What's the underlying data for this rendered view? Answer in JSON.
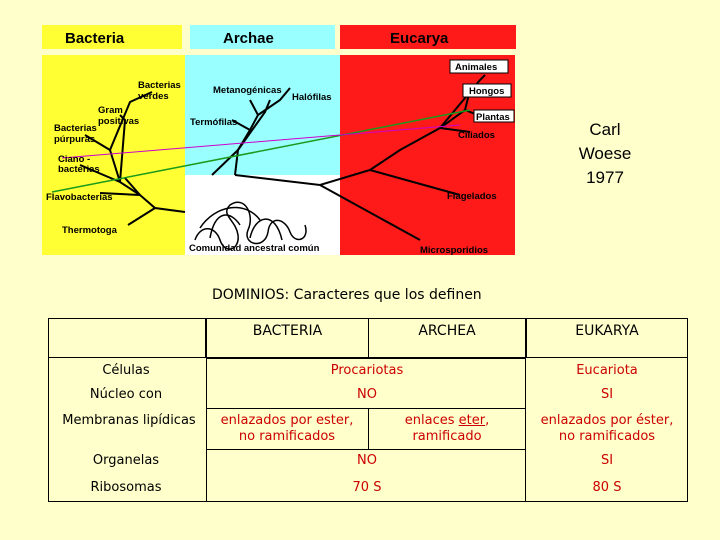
{
  "diagram": {
    "domains": [
      {
        "name": "Bacteria",
        "color": "#ffff33"
      },
      {
        "name": "Archae",
        "color": "#99ffff"
      },
      {
        "name": "Eucarya",
        "color": "#ff1a1a"
      }
    ],
    "labels": {
      "bacterias_verdes_1": "Bacterias",
      "bacterias_verdes_2": "verdes",
      "gram_1": "Gram",
      "gram_2": "positivas",
      "purpuras_1": "Bacterias",
      "purpuras_2": "púrpuras",
      "ciano_1": "Ciano -",
      "ciano_2": "bacterias",
      "flavobacterias": "Flavobacterias",
      "thermotoga": "Thermotoga",
      "metanogenicas": "Metanogénicas",
      "halofilas": "Halófilas",
      "termofilas": "Termófilas",
      "animales": "Animales",
      "hongos": "Hongos",
      "plantas": "Plantas",
      "ciliados": "Ciliados",
      "flagelados": "Flagelados",
      "microsporidios": "Microsporidios",
      "comunidad": "Comunidad ancestral común"
    },
    "author": [
      "Carl",
      "Woese",
      "1977"
    ]
  },
  "table": {
    "title": "DOMINIOS: Caracteres que los definen",
    "headers": [
      "BACTERIA",
      "ARCHEA",
      "EUKARYA"
    ],
    "rows": {
      "celulas": {
        "label": "Células",
        "shared": "Procariotas",
        "euk": "Eucariota"
      },
      "nucleo": {
        "label": "Núcleo con",
        "shared": "NO",
        "euk": "SI"
      },
      "membranas": {
        "label": "Membranas lipídicas",
        "bac_1": "enlazados por ester,",
        "bac_2": "no ramificados",
        "arc_1": "enlaces eter,",
        "arc_2": "ramificado",
        "euk_1": "enlazados por éster,",
        "euk_2": "no ramificados"
      },
      "organelas": {
        "label": "Organelas",
        "shared": "NO",
        "euk": "SI"
      },
      "ribosomas": {
        "label": "Ribosomas",
        "shared": "70 S",
        "euk": "80 S"
      }
    }
  }
}
